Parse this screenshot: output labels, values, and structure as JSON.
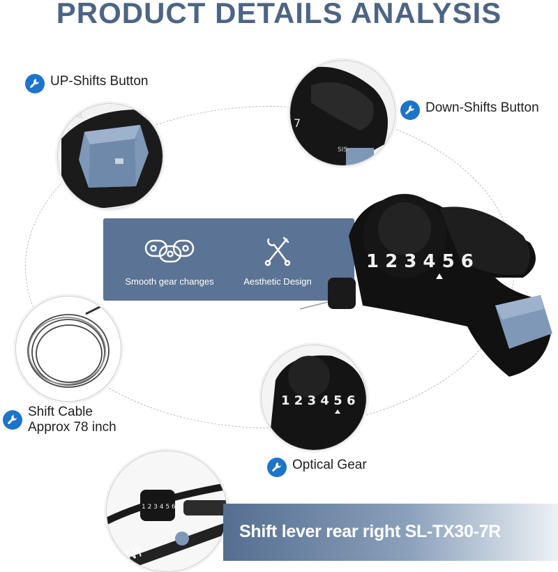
{
  "title": "PRODUCT DETAILS ANALYSIS",
  "labels": {
    "up_shifts": "UP-Shifts Button",
    "down_shifts": "Down-Shifts Button",
    "shift_cable_line1": "Shift Cable",
    "shift_cable_line2": "Approx 78 inch",
    "optical_gear": "Optical Gear"
  },
  "features": {
    "smooth": "Smooth gear changes",
    "aesthetic": "Aesthetic Design"
  },
  "dial_numbers": "1 2 3 4 5 6",
  "banner": "Shift lever rear right SL-TX30-7R",
  "colors": {
    "title": "#4d6584",
    "panel": "#5b7394",
    "badge": "#1d74c8",
    "button_blue": "#7f98b8"
  },
  "icons": {
    "badge": "wrench-icon",
    "smooth": "chain-icon",
    "aesthetic": "tools-icon"
  }
}
